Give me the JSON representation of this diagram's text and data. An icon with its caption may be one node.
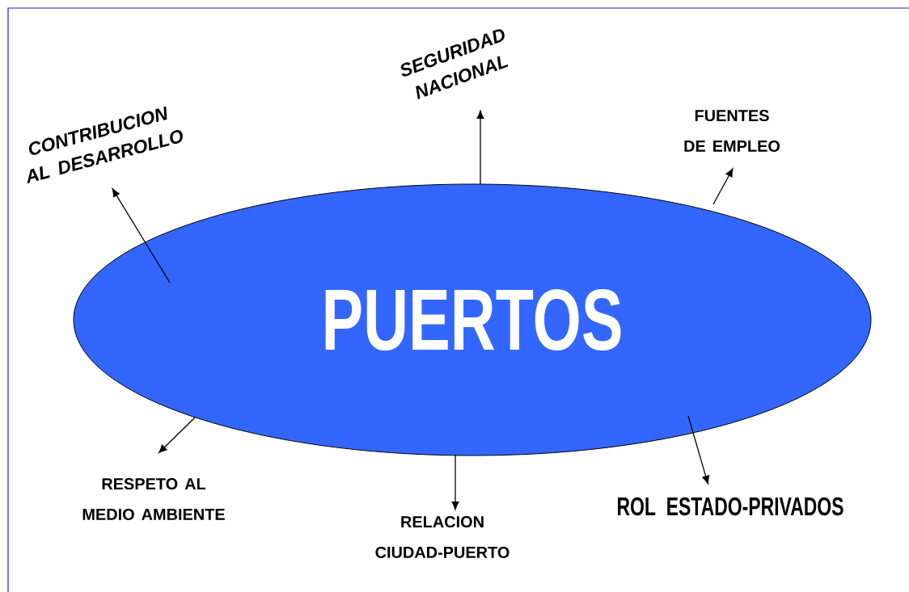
{
  "diagram": {
    "nodes": [
      {
        "text": [
          "PUERTOS"
        ]
      },
      {
        "text": [
          "CONTRIBUCION AL DESARROLLO"
        ]
      },
      {
        "text": [
          "SEGURIDAD NACIONAL"
        ]
      },
      {
        "text": [
          "FUENTES DE EMPLEO"
        ]
      },
      {
        "text": [
          "RESPETO AL MEDIO AMBIENTE"
        ]
      },
      {
        "text": [
          "RELACION CIUDAD-PUERTO"
        ]
      },
      {
        "text": [
          "ROL ESTADO-PRIVADOS"
        ]
      }
    ],
    "edges": [
      {
        "from": 0,
        "to": 1,
        "arrow": "to"
      },
      {
        "from": 0,
        "to": 2,
        "arrow": "to"
      },
      {
        "from": 0,
        "to": 3,
        "arrow": "to"
      },
      {
        "from": 0,
        "to": 4,
        "arrow": "to"
      },
      {
        "from": 0,
        "to": 5,
        "arrow": "to"
      },
      {
        "from": 0,
        "to": 6,
        "arrow": "to"
      }
    ]
  }
}
